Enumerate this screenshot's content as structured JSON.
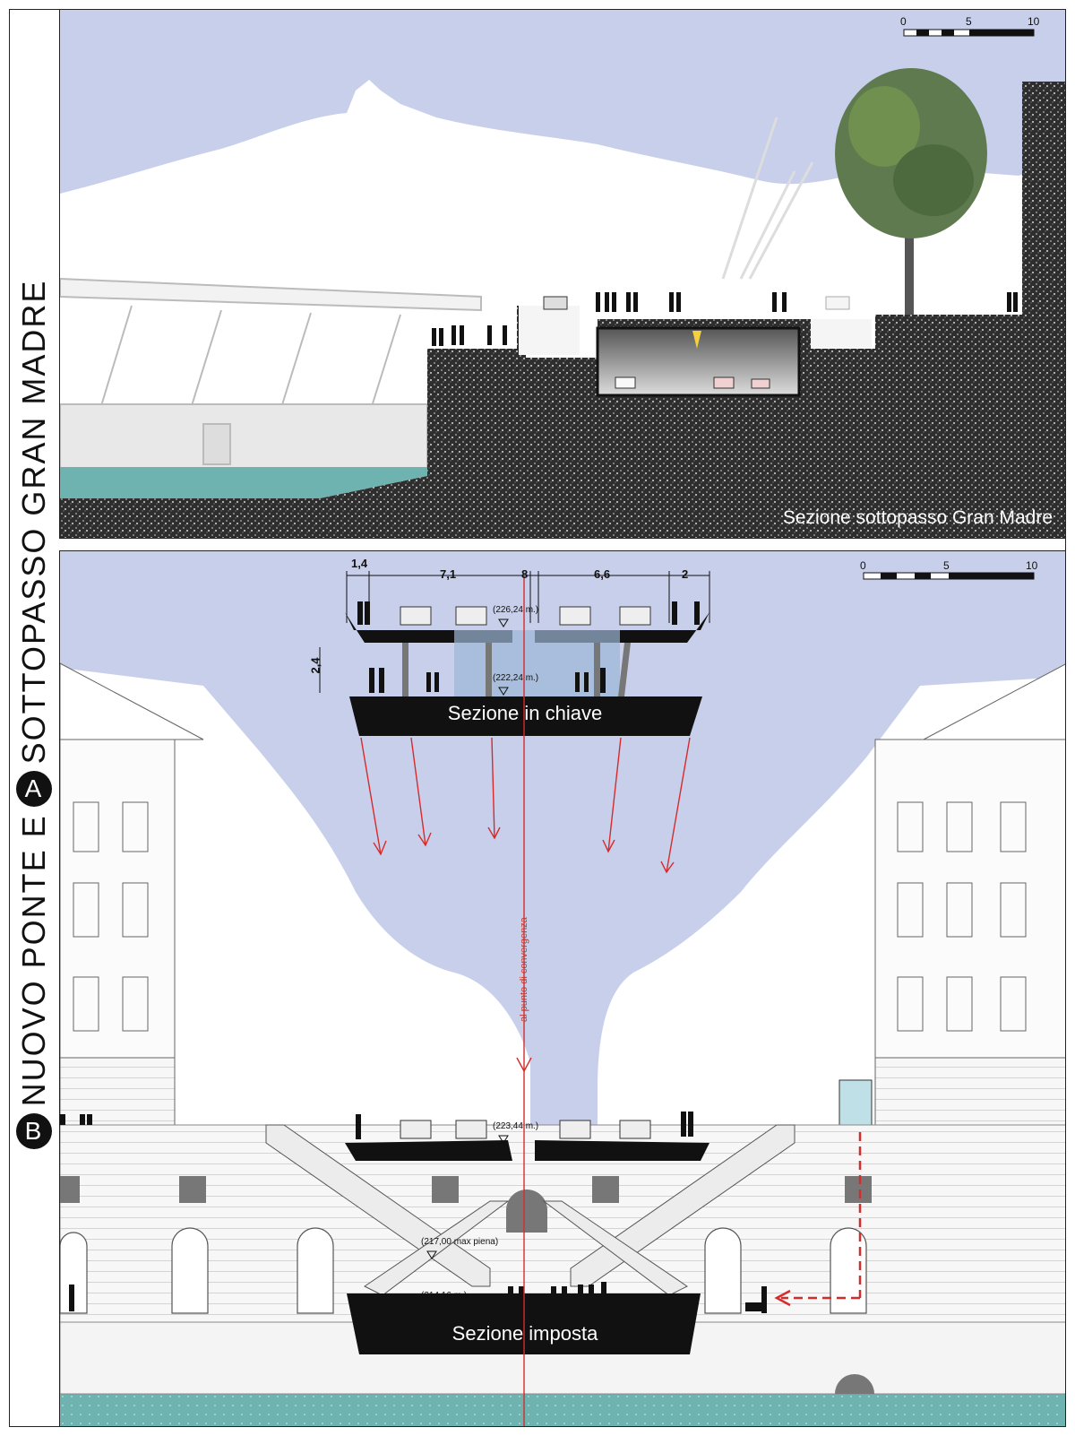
{
  "side_title": {
    "badge_b": "B",
    "part1": "NUOVO PONTE E",
    "badge_a": "A",
    "part2": "SOTTOPASSO GRAN MADRE"
  },
  "top_panel": {
    "caption": "Sezione sottopasso Gran Madre",
    "scale": {
      "ticks": [
        "0",
        "5",
        "10"
      ]
    }
  },
  "bottom_panel": {
    "scale": {
      "ticks": [
        "0",
        "5",
        "10"
      ]
    },
    "dimensions": [
      "1,4",
      "7,1",
      "8",
      "6,6",
      "2",
      "2,4"
    ],
    "levels": [
      "(226,24 m.)",
      "(222,24 m.)",
      "(223,44 m.)",
      "(217,00 max piena)",
      "(214,16 m.)"
    ],
    "section_chiave": "Sezione in chiave",
    "section_imposta": "Sezione imposta",
    "convergence_note": "al punto di convergenza"
  },
  "colors": {
    "sky": "#c8cfeb",
    "ground": "#3a3a3a",
    "water": "#6fb3b0",
    "red_line": "#d62b2b",
    "deck": "#111111"
  }
}
